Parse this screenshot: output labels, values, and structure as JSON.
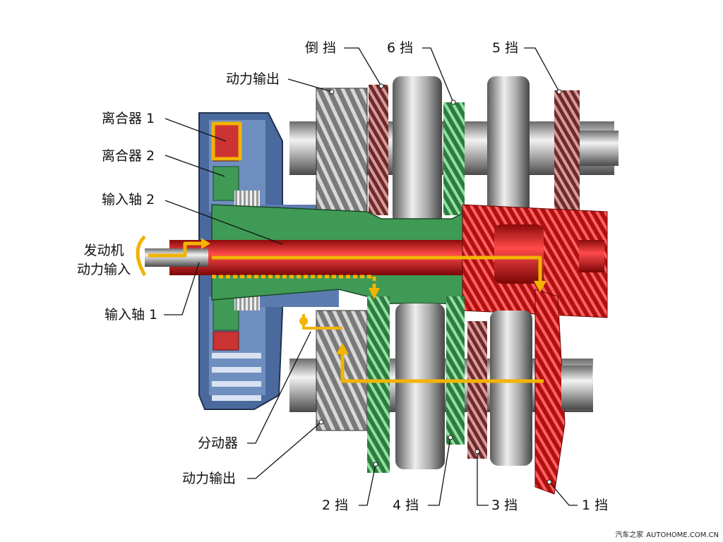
{
  "labels": {
    "reverse": "倒 挡",
    "sixth": "6 挡",
    "fifth": "5 挡",
    "output_top": "动力输出",
    "clutch1": "离合器 1",
    "clutch2": "离合器 2",
    "input_shaft2": "输入轴 2",
    "engine_input_line1": "发动机",
    "engine_input_line2": "动力输入",
    "input_shaft1": "输入轴 1",
    "transfer": "分动器",
    "output_bottom": "动力输出",
    "second": "2 挡",
    "fourth": "4 挡",
    "third": "3 挡",
    "first": "1 挡"
  },
  "watermark": {
    "brand": "汽车之家",
    "site": "AUTOHOME.COM.CN"
  },
  "colors": {
    "power_flow": "#f2b400",
    "shaft_red": "#d91a1a",
    "gear_green": "#3f9a55",
    "housing_blue": "#4a6a9e",
    "gear_dark_red": "#8e3a3a",
    "steel": "#b8b8b8"
  }
}
